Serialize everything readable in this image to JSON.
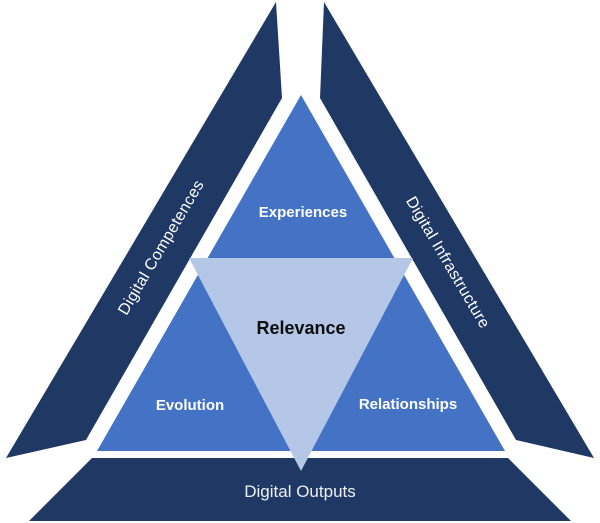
{
  "diagram": {
    "segments": {
      "left_label": "Digital Competences",
      "right_label": "Digital Infrastructure",
      "bottom_label": "Digital Outputs"
    },
    "inner_triangle": {
      "top_label": "Experiences",
      "bottom_left_label": "Evolution",
      "bottom_right_label": "Relationships"
    },
    "center_label": "Relevance",
    "colors": {
      "dark_navy": "#1F3864",
      "medium_blue": "#4472C4",
      "light_blue": "#B4C7E7",
      "background": "#FFFFFF",
      "label_on_dark": "#FFFFFF",
      "center_label_color": "#0D0D0D"
    }
  }
}
